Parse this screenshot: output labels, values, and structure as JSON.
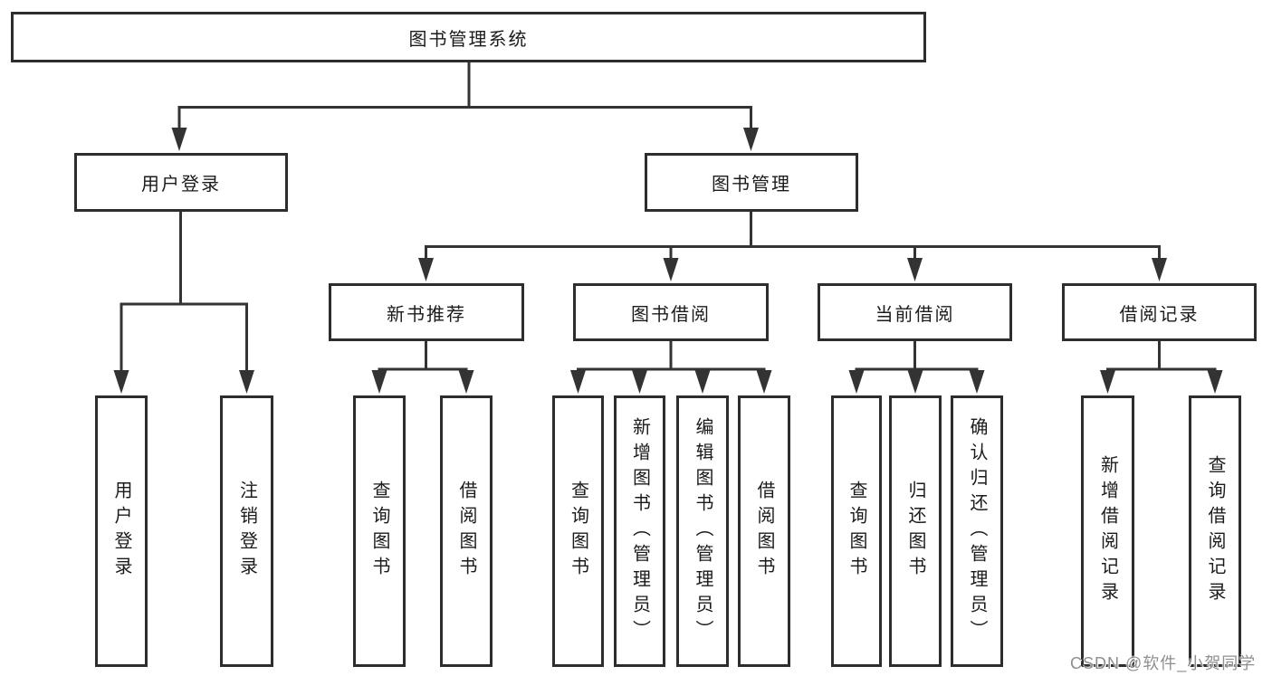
{
  "diagram": {
    "root": {
      "label": "图书管理系统"
    },
    "level2": [
      {
        "label": "用户登录"
      },
      {
        "label": "图书管理"
      }
    ],
    "level3": [
      {
        "label": "新书推荐"
      },
      {
        "label": "图书借阅"
      },
      {
        "label": "当前借阅"
      },
      {
        "label": "借阅记录"
      }
    ],
    "leaves": [
      {
        "parent": "用户登录",
        "label": "用户登录"
      },
      {
        "parent": "用户登录",
        "label": "注销登录"
      },
      {
        "parent": "新书推荐",
        "label": "查询图书"
      },
      {
        "parent": "新书推荐",
        "label": "借阅图书"
      },
      {
        "parent": "图书借阅",
        "label": "查询图书"
      },
      {
        "parent": "图书借阅",
        "label": "新增图书（管理员）"
      },
      {
        "parent": "图书借阅",
        "label": "编辑图书（管理员）"
      },
      {
        "parent": "图书借阅",
        "label": "借阅图书"
      },
      {
        "parent": "当前借阅",
        "label": "查询图书"
      },
      {
        "parent": "当前借阅",
        "label": "归还图书"
      },
      {
        "parent": "当前借阅",
        "label": "确认归还（管理员）"
      },
      {
        "parent": "借阅记录",
        "label": "新增借阅记录"
      },
      {
        "parent": "借阅记录",
        "label": "查询借阅记录"
      }
    ]
  },
  "watermark": {
    "text": "CSDN @软件_小贺同学"
  },
  "colors": {
    "line": "#333333",
    "box_border": "#2d2d2d",
    "box_fill": "#ffffff",
    "text": "#1b1b1b",
    "watermark_text": "#8f8f8f",
    "background": "#ffffff"
  }
}
